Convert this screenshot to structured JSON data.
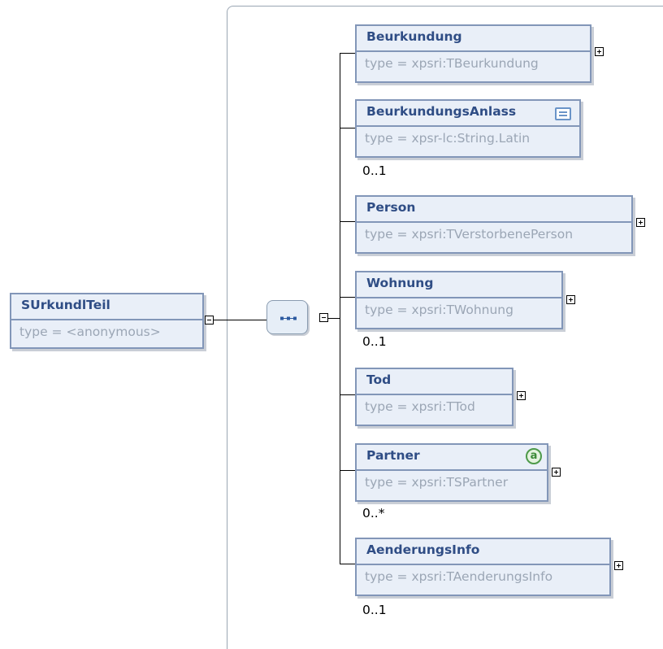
{
  "root": {
    "name": "SUrkundlTeil",
    "type": "type = <anonymous>"
  },
  "elements": [
    {
      "name": "Beurkundung",
      "type": "type = xpsri:TBeurkundung",
      "occurs": ""
    },
    {
      "name": "BeurkundungsAnlass",
      "type": "type = xpsr-lc:String.Latin",
      "occurs": "0..1"
    },
    {
      "name": "Person",
      "type": "type = xpsri:TVerstorbenePerson",
      "occurs": ""
    },
    {
      "name": "Wohnung",
      "type": "type = xpsri:TWohnung",
      "occurs": "0..1"
    },
    {
      "name": "Tod",
      "type": "type = xpsri:TTod",
      "occurs": ""
    },
    {
      "name": "Partner",
      "type": "type = xpsri:TSPartner",
      "occurs": "0..*"
    },
    {
      "name": "AenderungsInfo",
      "type": "type = xpsri:TAenderungsInfo",
      "occurs": "0..1"
    }
  ],
  "icons": {
    "documentation": "documentation-icon",
    "attribute": "attribute-icon",
    "attribute_glyph": "a",
    "sequence": "sequence-compositor-icon"
  },
  "colors": {
    "node_border": "#8296b8",
    "node_fill": "#e9eff8",
    "name_text": "#2f4d85",
    "type_text": "#9ba6b5"
  }
}
